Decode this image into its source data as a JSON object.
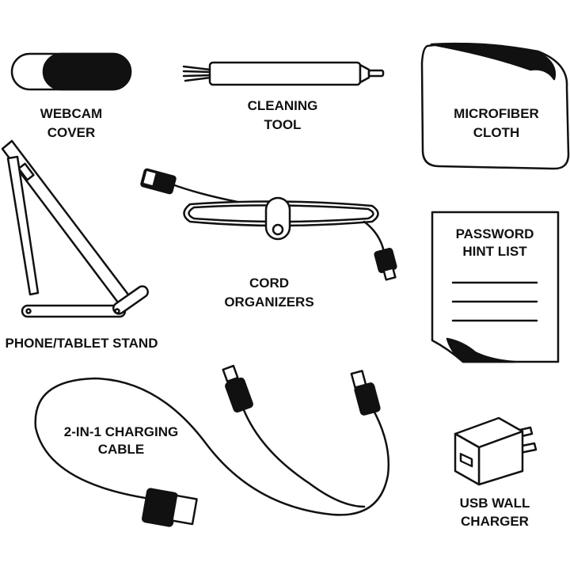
{
  "title": "Tech accessory kit contents",
  "colors": {
    "ink": "#111111",
    "background": "#ffffff"
  },
  "items": {
    "webcam_cover": {
      "line1": "WEBCAM",
      "line2": "COVER"
    },
    "cleaning_tool": {
      "line1": "CLEANING",
      "line2": "TOOL"
    },
    "microfiber_cloth": {
      "line1": "MICROFIBER",
      "line2": "CLOTH"
    },
    "phone_stand": {
      "line1": "PHONE/TABLET STAND"
    },
    "cord_organizers": {
      "line1": "CORD",
      "line2": "ORGANIZERS"
    },
    "password_list": {
      "line1": "PASSWORD",
      "line2": "HINT LIST"
    },
    "charging_cable": {
      "line1": "2-IN-1 CHARGING",
      "line2": "CABLE"
    },
    "wall_charger": {
      "line1": "USB WALL",
      "line2": "CHARGER"
    }
  }
}
